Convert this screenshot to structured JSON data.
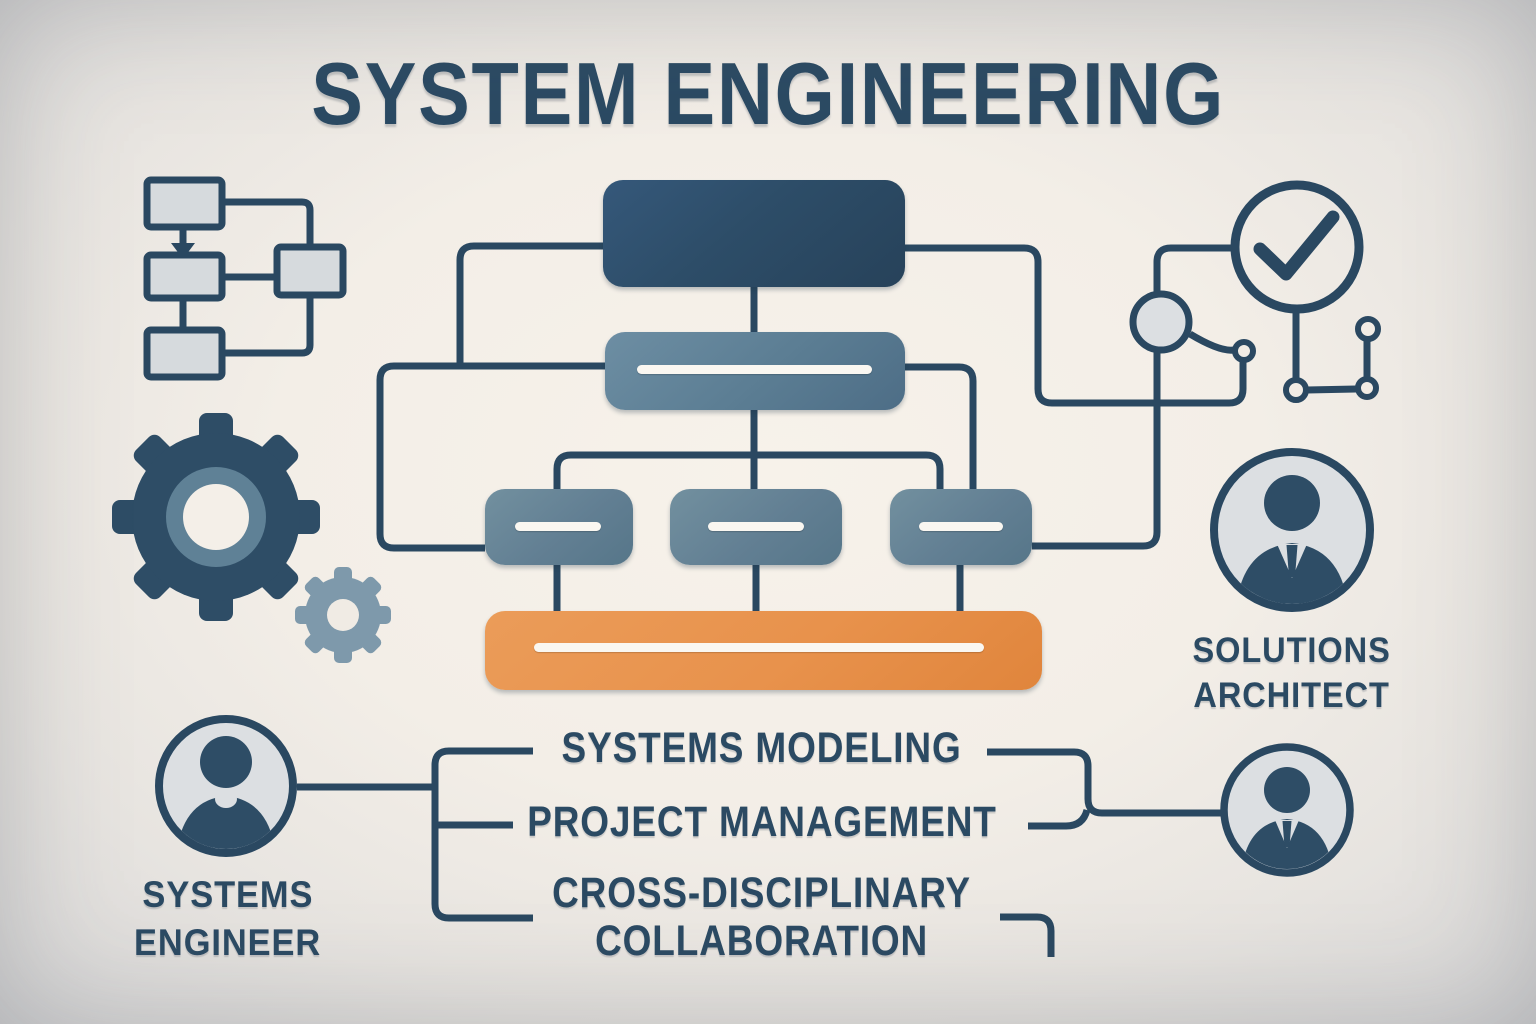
{
  "title": "SYSTEM ENGINEERING",
  "roles": {
    "systems_engineer": {
      "line1": "SYSTEMS",
      "line2": "ENGINEER"
    },
    "solutions_architect": {
      "line1": "SOLUTIONS",
      "line2": "ARCHITECT"
    }
  },
  "skills": [
    {
      "label": "SYSTEMS MODELING"
    },
    {
      "label": "PROJECT MANAGEMENT"
    },
    {
      "line1": "CROSS-DISCIPLINARY",
      "line2": "COLLABORATION"
    }
  ],
  "icons": {
    "top_left": "flowchart-icon",
    "mid_left": "gears-icon",
    "bottom_left": "user-avatar-icon",
    "top_right": "checkmark-circle-icon",
    "right_network": "connected-nodes-icon",
    "mid_right": "user-tie-avatar-icon",
    "bottom_right": "user-tie-avatar-icon"
  },
  "colors": {
    "navy_line": "#2a4861",
    "navy_box": "#2d4d68",
    "steel_box": "#5b7d93",
    "orange_box": "#e8924c",
    "light_fill": "#dcdfe2",
    "background": "#f3eee7",
    "text": "#2b4a63"
  }
}
